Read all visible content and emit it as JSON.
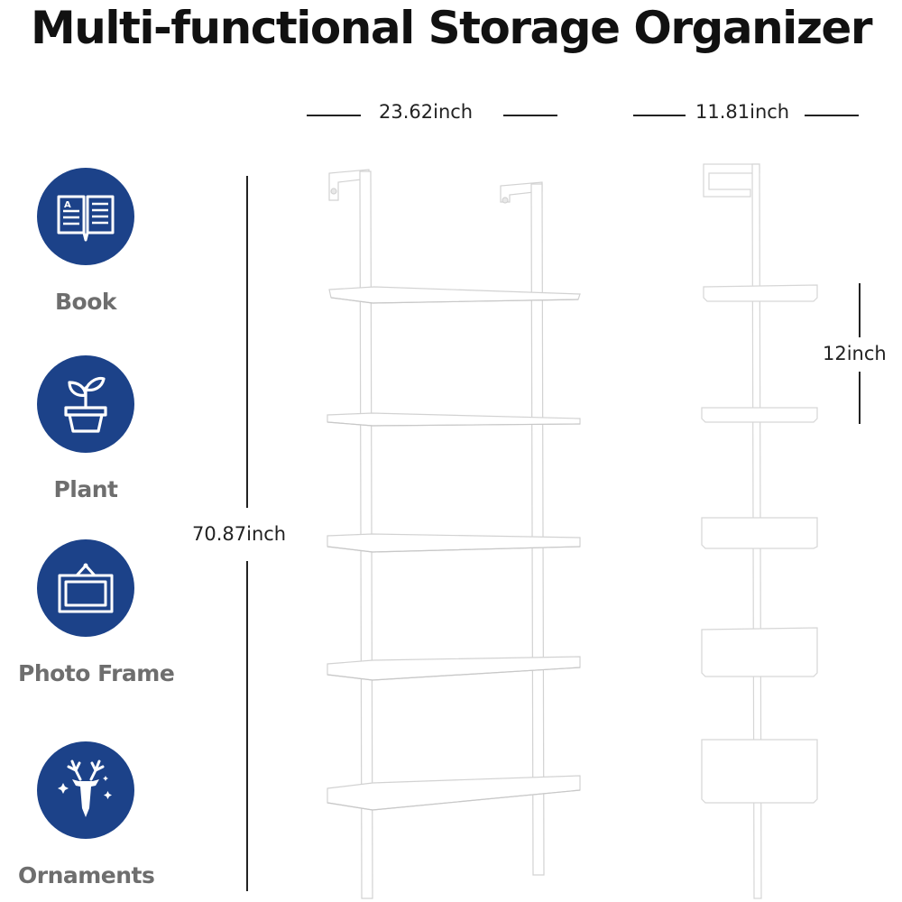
{
  "title": "Multi-functional Storage Organizer",
  "features": [
    {
      "label": "Book",
      "icon": "open-book-icon"
    },
    {
      "label": "Plant",
      "icon": "potted-plant-icon"
    },
    {
      "label": "Photo Frame",
      "icon": "photo-frame-icon"
    },
    {
      "label": "Ornaments",
      "icon": "deer-head-icon"
    }
  ],
  "dimensions": {
    "width": "23.62inch",
    "depth": "11.81inch",
    "height": "70.87inch",
    "shelf_spacing": "12inch"
  },
  "colors": {
    "icon_circle": "#1c4289",
    "label_gray": "#6e6e6e",
    "shelf_white": "#ffffff",
    "shelf_edge": "#d6d6d6"
  }
}
